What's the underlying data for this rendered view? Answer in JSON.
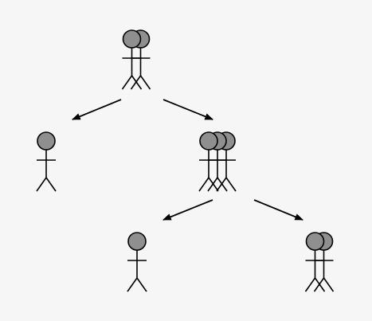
{
  "diagram": {
    "background": "#f6f6f6",
    "figure_fill": "#8f8f8f",
    "stroke": "#000000",
    "nodes": [
      {
        "id": "root",
        "actors": 2
      },
      {
        "id": "left-child",
        "actors": 1
      },
      {
        "id": "right-child",
        "actors": 3
      },
      {
        "id": "left-leaf",
        "actors": 1
      },
      {
        "id": "right-leaf",
        "actors": 2
      }
    ],
    "edges": [
      {
        "from": "root",
        "to": "left-child"
      },
      {
        "from": "root",
        "to": "right-child"
      },
      {
        "from": "right-child",
        "to": "left-leaf"
      },
      {
        "from": "right-child",
        "to": "right-leaf"
      }
    ]
  }
}
